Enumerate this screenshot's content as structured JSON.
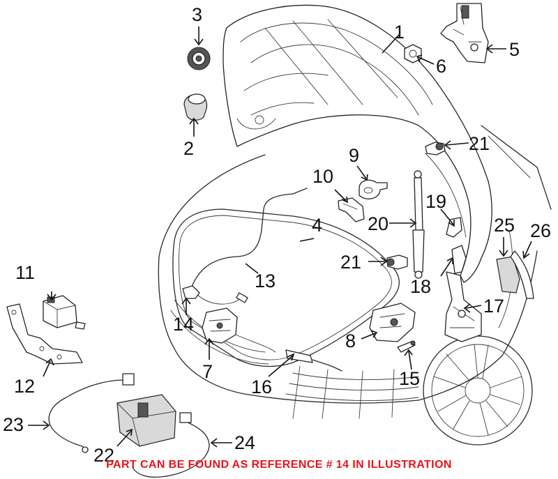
{
  "colors": {
    "note": "#e8131b",
    "line": "#222222"
  },
  "labels": {
    "l1": "1",
    "l2": "2",
    "l3": "3",
    "l4": "4",
    "l5": "5",
    "l6": "6",
    "l7": "7",
    "l8": "8",
    "l9": "9",
    "l10": "10",
    "l11": "11",
    "l12": "12",
    "l13": "13",
    "l14": "14",
    "l15": "15",
    "l16": "16",
    "l17": "17",
    "l18": "18",
    "l19": "19",
    "l20": "20",
    "l21a": "21",
    "l21b": "21",
    "l22": "22",
    "l23": "23",
    "l24": "24",
    "l25": "25",
    "l26": "26"
  },
  "note": "PART CAN BE FOUND AS REFERENCE # 14 IN ILLUSTRATION"
}
